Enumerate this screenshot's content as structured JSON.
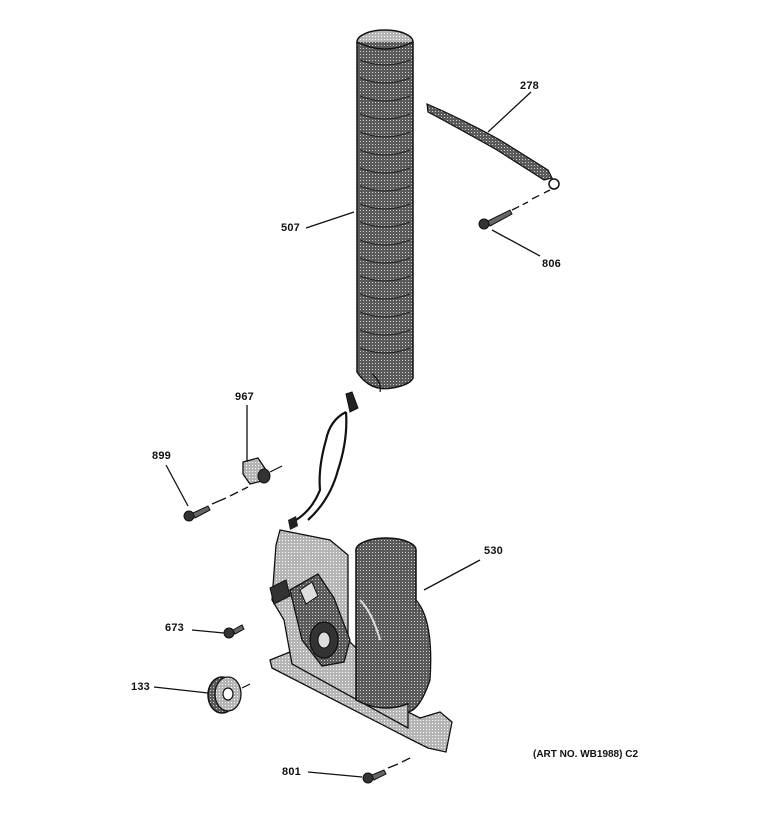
{
  "callouts": [
    {
      "id": "278",
      "label": "278"
    },
    {
      "id": "507",
      "label": "507"
    },
    {
      "id": "806",
      "label": "806"
    },
    {
      "id": "967",
      "label": "967"
    },
    {
      "id": "899",
      "label": "899"
    },
    {
      "id": "530",
      "label": "530"
    },
    {
      "id": "673",
      "label": "673"
    },
    {
      "id": "133",
      "label": "133"
    },
    {
      "id": "801",
      "label": "801"
    }
  ],
  "art_number": "(ART NO. WB1988) C2",
  "colors": {
    "ink": "#111111",
    "shade": "#3a3a3a",
    "light": "#9a9a9a"
  }
}
